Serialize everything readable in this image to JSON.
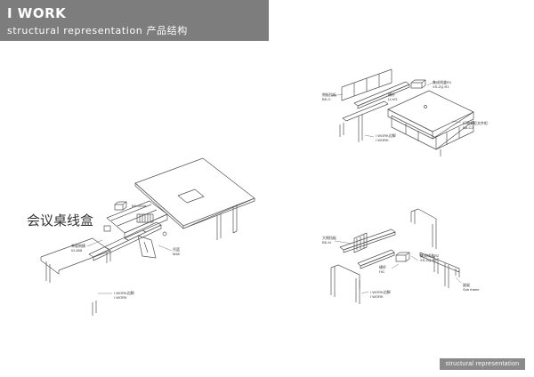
{
  "header": {
    "title": "I WORK",
    "subtitle": "structural representation 产品结构"
  },
  "main_label": "会议桌线盒",
  "footer_tag": "structural representation",
  "callouts": {
    "left_box": [
      "BH-009A"
    ],
    "left_bracket_cn": "单面侧模",
    "left_bracket_en": "IG-808",
    "left_arm_cn": "吊篮",
    "left_arm_en": "M48",
    "left_leg_cn": "I WORK边脚",
    "left_leg_en": "I WORK",
    "tr_panel_cn": "侧板挡板",
    "tr_panel_en": "BD-C",
    "tr_top_cn": "集成线盒R1",
    "tr_top_en": "XS-ZQ-R1",
    "tr_beam_cn": "横杆",
    "tr_beam_en": "LLHG",
    "tr_cabinet_cn": "行政桌柜文件柜",
    "tr_cabinet_en": "BA-C2",
    "tr_leg_cn": "I WORK边脚",
    "tr_leg_en": "I WORK",
    "br_panel_cn": "大侧挡板",
    "br_panel_en": "BD-N",
    "br_box_cn": "集成线盒R2",
    "br_box_en": "XS-ZQ-R2",
    "br_beam_cn": "横杆",
    "br_beam_en": "HG",
    "br_sub_cn": "副架",
    "br_sub_en": "Sub frame",
    "br_leg_cn": "I WORK边脚",
    "br_leg_en": "I WORK"
  }
}
